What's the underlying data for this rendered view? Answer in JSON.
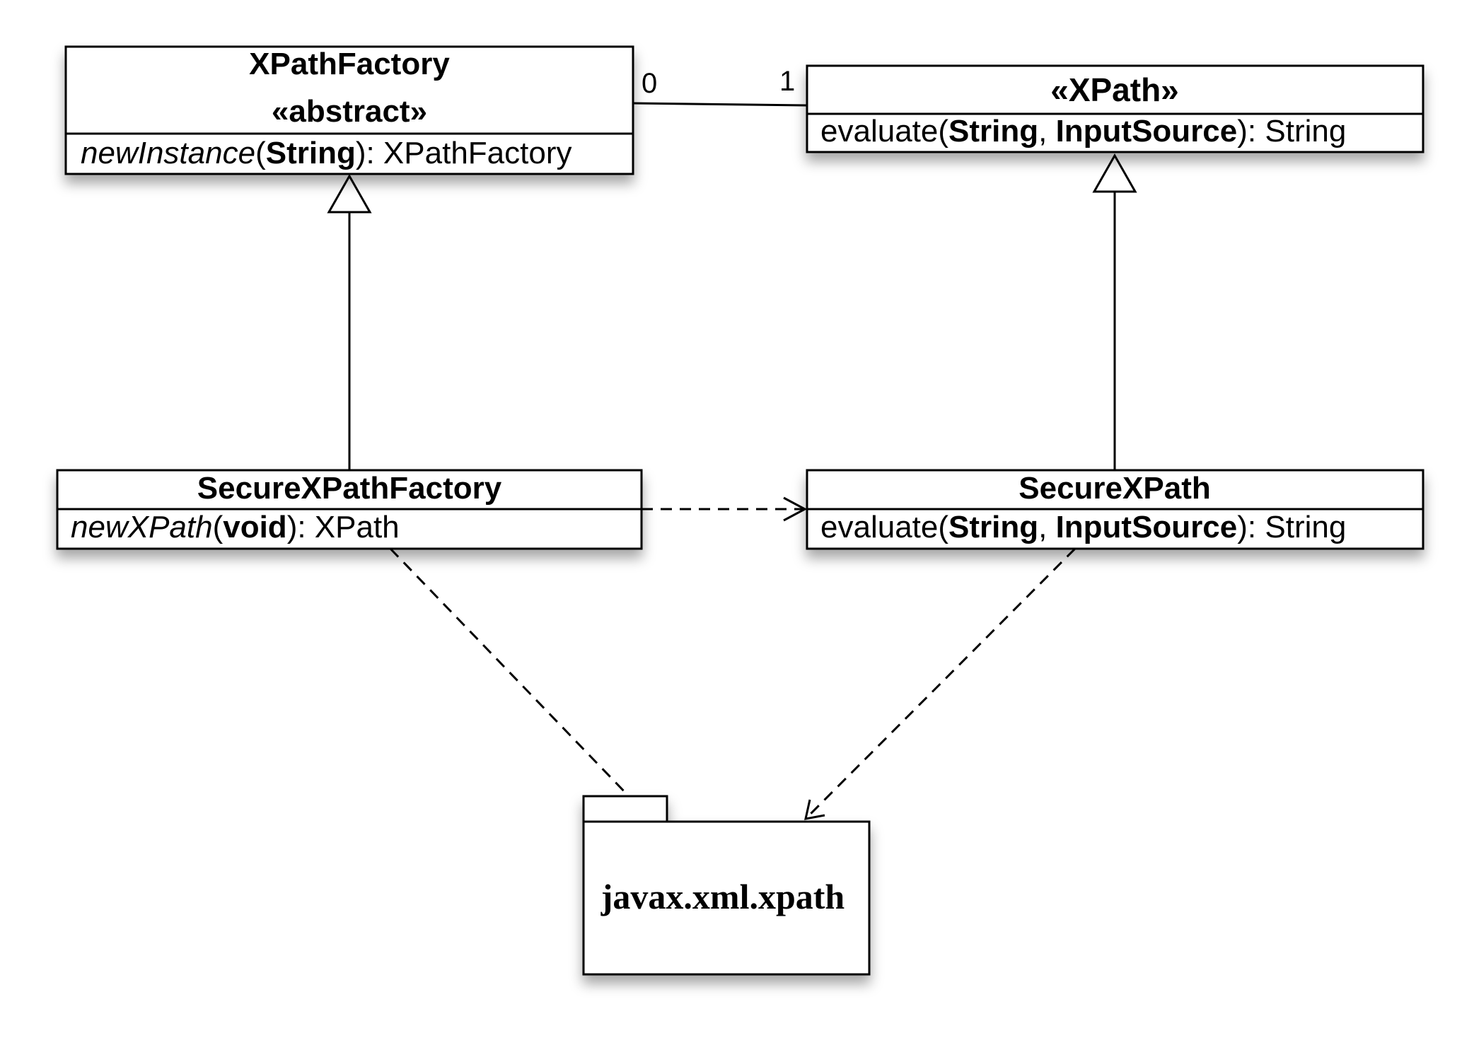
{
  "classes": {
    "xpath_factory": {
      "name": "XPathFactory",
      "stereotype": "«abstract»",
      "op": {
        "name": "newInstance",
        "open": "(",
        "param": "String",
        "close": "): XPathFactory"
      }
    },
    "xpath": {
      "stereotype": "«XPath»",
      "op": {
        "name": "evaluate(",
        "param1": "String",
        "sep": ", ",
        "param2": "InputSource",
        "close": "): String"
      }
    },
    "secure_xpath_factory": {
      "name": "SecureXPathFactory",
      "op": {
        "name": "newXPath",
        "open": "(",
        "param": "void",
        "close": "): XPath"
      }
    },
    "secure_xpath": {
      "name": "SecureXPath",
      "op": {
        "name": "evaluate(",
        "param1": "String",
        "sep": ", ",
        "param2": "InputSource",
        "close": "): String"
      }
    }
  },
  "package": {
    "name": "javax.xml.xpath"
  },
  "association": {
    "source_multiplicity": "0",
    "target_multiplicity": "1"
  }
}
